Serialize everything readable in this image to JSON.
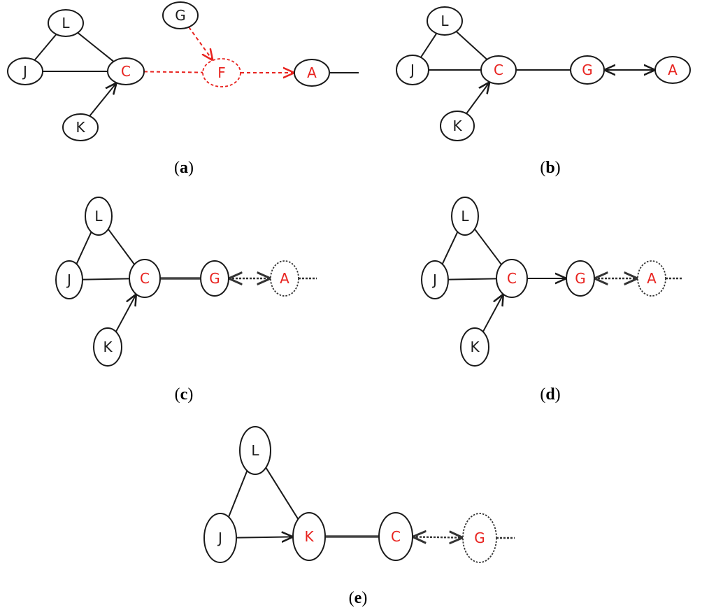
{
  "colors": {
    "line": "#1a1a1a",
    "highlight": "#e8231f",
    "dotted_edge": "#333333"
  },
  "panels": [
    {
      "id": "a",
      "label": {
        "open": "(",
        "letter": "a",
        "close": ")"
      },
      "nodes": [
        {
          "id": "a-L",
          "text": "L",
          "color": "black",
          "style": "solid"
        },
        {
          "id": "a-J",
          "text": "J",
          "color": "black",
          "style": "solid"
        },
        {
          "id": "a-C",
          "text": "C",
          "color": "red",
          "style": "solid"
        },
        {
          "id": "a-K",
          "text": "K",
          "color": "black",
          "style": "solid"
        },
        {
          "id": "a-G",
          "text": "G",
          "color": "black",
          "style": "solid"
        },
        {
          "id": "a-F",
          "text": "F",
          "color": "red",
          "style": "dashed-red"
        },
        {
          "id": "a-A",
          "text": "A",
          "color": "red",
          "style": "solid"
        }
      ],
      "edges": [
        {
          "from": "a-J",
          "to": "a-L",
          "type": "undirected"
        },
        {
          "from": "a-L",
          "to": "a-C",
          "type": "undirected"
        },
        {
          "from": "a-J",
          "to": "a-C",
          "type": "undirected"
        },
        {
          "from": "a-K",
          "to": "a-C",
          "type": "directed"
        },
        {
          "from": "a-C",
          "to": "a-F",
          "type": "dashed-red"
        },
        {
          "from": "a-G",
          "to": "a-F",
          "type": "dashed-red-directed"
        },
        {
          "from": "a-F",
          "to": "a-A",
          "type": "dashed-red-directed"
        },
        {
          "from": "a-A",
          "to": "a-out",
          "type": "stub"
        }
      ]
    },
    {
      "id": "b",
      "label": {
        "open": "(",
        "letter": "b",
        "close": ")"
      },
      "nodes": [
        {
          "id": "b-L",
          "text": "L",
          "color": "black",
          "style": "solid"
        },
        {
          "id": "b-J",
          "text": "J",
          "color": "black",
          "style": "solid"
        },
        {
          "id": "b-C",
          "text": "C",
          "color": "red",
          "style": "solid"
        },
        {
          "id": "b-K",
          "text": "K",
          "color": "black",
          "style": "solid"
        },
        {
          "id": "b-G",
          "text": "G",
          "color": "red",
          "style": "solid"
        },
        {
          "id": "b-A",
          "text": "A",
          "color": "red",
          "style": "solid"
        }
      ],
      "edges": [
        {
          "from": "b-J",
          "to": "b-L",
          "type": "undirected"
        },
        {
          "from": "b-L",
          "to": "b-C",
          "type": "undirected"
        },
        {
          "from": "b-J",
          "to": "b-C",
          "type": "undirected"
        },
        {
          "from": "b-K",
          "to": "b-C",
          "type": "directed"
        },
        {
          "from": "b-C",
          "to": "b-G",
          "type": "undirected"
        },
        {
          "from": "b-G",
          "to": "b-A",
          "type": "bidirected"
        }
      ]
    },
    {
      "id": "c",
      "label": {
        "open": "(",
        "letter": "c",
        "close": ")"
      },
      "nodes": [
        {
          "id": "c-L",
          "text": "L",
          "color": "black",
          "style": "solid"
        },
        {
          "id": "c-J",
          "text": "J",
          "color": "black",
          "style": "solid"
        },
        {
          "id": "c-C",
          "text": "C",
          "color": "red",
          "style": "solid"
        },
        {
          "id": "c-K",
          "text": "K",
          "color": "black",
          "style": "solid"
        },
        {
          "id": "c-G",
          "text": "G",
          "color": "red",
          "style": "solid"
        },
        {
          "id": "c-A",
          "text": "A",
          "color": "red",
          "style": "dotted"
        }
      ],
      "edges": [
        {
          "from": "c-J",
          "to": "c-L",
          "type": "undirected"
        },
        {
          "from": "c-L",
          "to": "c-C",
          "type": "undirected"
        },
        {
          "from": "c-J",
          "to": "c-C",
          "type": "undirected"
        },
        {
          "from": "c-K",
          "to": "c-C",
          "type": "directed"
        },
        {
          "from": "c-C",
          "to": "c-G",
          "type": "thick"
        },
        {
          "from": "c-G",
          "to": "c-A",
          "type": "dotted-bidirected"
        },
        {
          "from": "c-A",
          "to": "c-out",
          "type": "dotted-stub"
        }
      ]
    },
    {
      "id": "d",
      "label": {
        "open": "(",
        "letter": "d",
        "close": ")"
      },
      "nodes": [
        {
          "id": "d-L",
          "text": "L",
          "color": "black",
          "style": "solid"
        },
        {
          "id": "d-J",
          "text": "J",
          "color": "black",
          "style": "solid"
        },
        {
          "id": "d-C",
          "text": "C",
          "color": "red",
          "style": "solid"
        },
        {
          "id": "d-K",
          "text": "K",
          "color": "black",
          "style": "solid"
        },
        {
          "id": "d-G",
          "text": "G",
          "color": "red",
          "style": "solid"
        },
        {
          "id": "d-A",
          "text": "A",
          "color": "red",
          "style": "dotted"
        }
      ],
      "edges": [
        {
          "from": "d-J",
          "to": "d-L",
          "type": "undirected"
        },
        {
          "from": "d-L",
          "to": "d-C",
          "type": "undirected"
        },
        {
          "from": "d-J",
          "to": "d-C",
          "type": "undirected"
        },
        {
          "from": "d-K",
          "to": "d-C",
          "type": "directed"
        },
        {
          "from": "d-C",
          "to": "d-G",
          "type": "directed"
        },
        {
          "from": "d-G",
          "to": "d-A",
          "type": "dotted-bidirected"
        },
        {
          "from": "d-A",
          "to": "d-out",
          "type": "dotted-stub"
        }
      ]
    },
    {
      "id": "e",
      "label": {
        "open": "(",
        "letter": "e",
        "close": ")"
      },
      "nodes": [
        {
          "id": "e-L",
          "text": "L",
          "color": "black",
          "style": "solid"
        },
        {
          "id": "e-J",
          "text": "J",
          "color": "black",
          "style": "solid"
        },
        {
          "id": "e-K",
          "text": "K",
          "color": "red",
          "style": "solid"
        },
        {
          "id": "e-C",
          "text": "C",
          "color": "red",
          "style": "solid"
        },
        {
          "id": "e-G",
          "text": "G",
          "color": "red",
          "style": "dotted"
        }
      ],
      "edges": [
        {
          "from": "e-J",
          "to": "e-L",
          "type": "undirected"
        },
        {
          "from": "e-L",
          "to": "e-K",
          "type": "undirected"
        },
        {
          "from": "e-J",
          "to": "e-K",
          "type": "directed"
        },
        {
          "from": "e-K",
          "to": "e-C",
          "type": "thick"
        },
        {
          "from": "e-C",
          "to": "e-G",
          "type": "dotted-bidirected"
        },
        {
          "from": "e-G",
          "to": "e-out",
          "type": "dotted-stub"
        }
      ]
    }
  ]
}
